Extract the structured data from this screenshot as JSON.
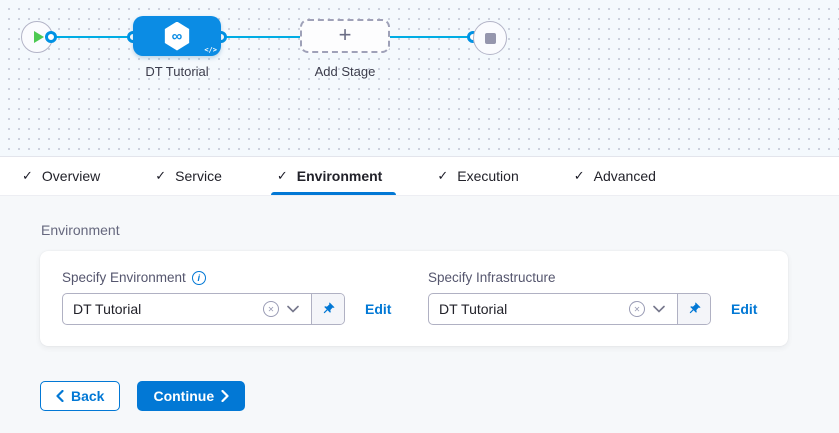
{
  "icons": {
    "check": "✓",
    "plus": "+",
    "infinity": "∞",
    "code": "</>",
    "clear": "✕",
    "info": "i"
  },
  "canvas": {
    "stage_label": "DT Tutorial",
    "add_stage_label": "Add Stage"
  },
  "tabs": [
    {
      "label": "Overview",
      "checked": true,
      "active": false
    },
    {
      "label": "Service",
      "checked": true,
      "active": false
    },
    {
      "label": "Environment",
      "checked": true,
      "active": true
    },
    {
      "label": "Execution",
      "checked": true,
      "active": false
    },
    {
      "label": "Advanced",
      "checked": true,
      "active": false
    }
  ],
  "environment_section": {
    "title": "Environment",
    "fields": [
      {
        "label": "Specify Environment",
        "has_info": true,
        "value": "DT Tutorial",
        "edit": "Edit"
      },
      {
        "label": "Specify Infrastructure",
        "has_info": false,
        "value": "DT Tutorial",
        "edit": "Edit"
      }
    ]
  },
  "footer": {
    "back": "Back",
    "continue": "Continue"
  },
  "colors": {
    "primary": "#0278d5",
    "stage_node": "#0b8ce4",
    "connector_line": "#00ade4",
    "play_green": "#4dc952",
    "canvas_bg": "#f4f9fd",
    "page_bg": "#f6f8fa"
  }
}
